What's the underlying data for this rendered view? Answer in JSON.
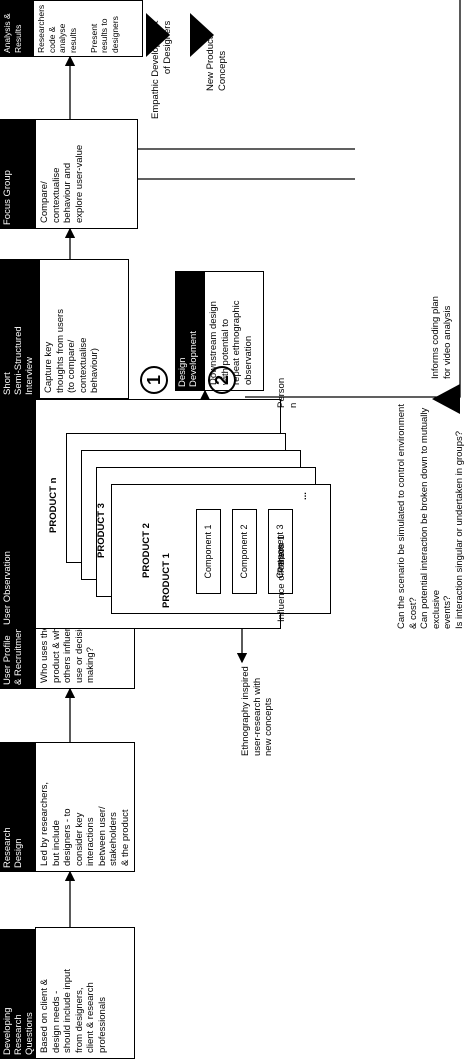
{
  "stages": {
    "s1": {
      "header": "Developing\nResearch\nQuestions",
      "body": "Based on client &\ndesign needs -\nshould include input\nfrom designers,\nclient & research\nprofessionals"
    },
    "s2": {
      "header": "Research\nDesign",
      "body": "Led by researchers,\nbut include\ndesigners - to\nconsider key\ninteractions\nbetween user/\nstakeholders\n& the product"
    },
    "s3": {
      "header": "User Profile\n& Recruitment",
      "body": "Who uses the\nproduct & when; are\nothers influencial in\nuse or decision\nmaking?"
    },
    "s4": {
      "header": "User Observation"
    },
    "s5": {
      "header": "Short\nSemi-Structured\nInterview",
      "body": "Capture key\nthoughts from users\n(to compare/\ncontextualise\nbehaviour)"
    },
    "s6": {
      "header": "Focus Group",
      "body": "Compare/\ncontextualise\nbehaviour and\nexplore user-value"
    },
    "s7": {
      "header": "Analysis &\nResults",
      "body": "Researchers code &\nanalyse results\n\nPresent results to\ndesigners"
    },
    "s8": {
      "header": "Design\nDevelopment",
      "body": "Downstream design\nwith potential to\nrepeat ethnographic\nobservation"
    }
  },
  "badges": {
    "one": "1",
    "two": "2"
  },
  "observation": {
    "products": {
      "p1": "PRODUCT 1",
      "p2": "PRODUCT 2",
      "p3": "PRODUCT 3",
      "pn": "PRODUCT n"
    },
    "components": [
      "Component 1",
      "Component 2",
      "Component 3"
    ],
    "ellipsis": "...",
    "persons": {
      "p1": "Person 1",
      "pn": "Person n"
    },
    "influence": "Influence of others",
    "questions": "Can the scenario be simulated to control environment & cost?\nCan potential interaction be broken down to mutually exclusive\nevents?\nIs interaction singular or undertaken in groups?"
  },
  "notes": {
    "ethnography": "Ethnography inspired\nuser-research with\nnew concepts",
    "coding": "Informs coding plan\nfor video analysis",
    "empathic": "Empathic Development\nof Designers",
    "newproducts": "New Product Concepts"
  }
}
